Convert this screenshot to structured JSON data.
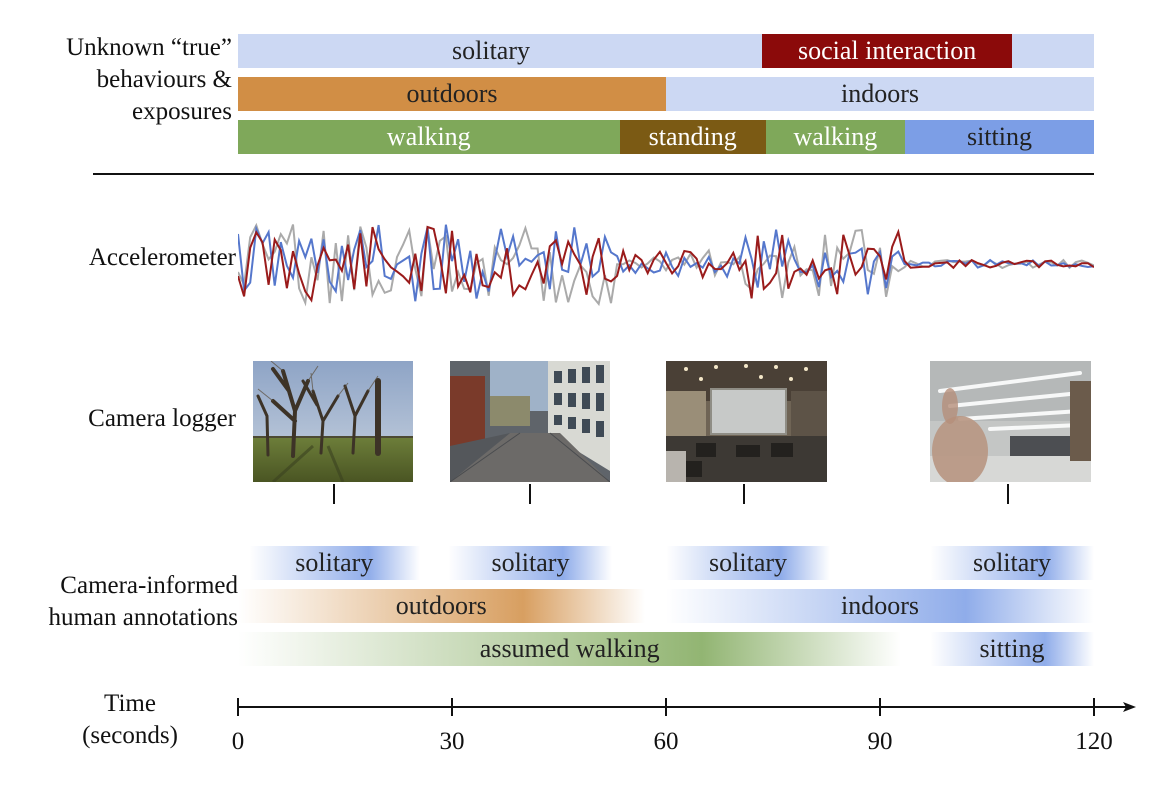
{
  "labels": {
    "truth": "Unknown “true”\nbehaviours &\nexposures",
    "accelerometer": "Accelerometer",
    "camera": "Camera logger",
    "annotations": "Camera-informed\nhuman annotations",
    "time": "Time\n(seconds)"
  },
  "truth_rows": {
    "social": [
      {
        "label": "solitary",
        "start": 0,
        "end": 120,
        "color": "#ccd8f3"
      },
      {
        "label": "social interaction",
        "start": 73.5,
        "end": 108.5,
        "color": "#8b0a0a"
      }
    ],
    "location": [
      {
        "label": "outdoors",
        "start": 0,
        "end": 60,
        "color": "#d18e45"
      },
      {
        "label": "indoors",
        "start": 60,
        "end": 120,
        "color": "#ccd8f3"
      }
    ],
    "activity": [
      {
        "label": "walking",
        "start": 0,
        "end": 53.5,
        "color": "#7fa85a"
      },
      {
        "label": "standing",
        "start": 53.5,
        "end": 74,
        "color": "#7b5a14"
      },
      {
        "label": "walking",
        "start": 74,
        "end": 93.5,
        "color": "#7fa85a"
      },
      {
        "label": "sitting",
        "start": 93.5,
        "end": 120,
        "color": "#7c9ee6"
      }
    ]
  },
  "camera": {
    "images": [
      {
        "name": "park-trees",
        "time": 13.5
      },
      {
        "name": "campus-walkway",
        "time": 41
      },
      {
        "name": "atrium-lobby",
        "time": 71
      },
      {
        "name": "office-hand",
        "time": 108
      }
    ]
  },
  "annotation_rows": {
    "social": [
      {
        "label": "solitary",
        "start": 1.5,
        "end": 25.5,
        "color": "#7c9ee6"
      },
      {
        "label": "solitary",
        "start": 29.5,
        "end": 52.5,
        "color": "#7c9ee6"
      },
      {
        "label": "solitary",
        "start": 60,
        "end": 83,
        "color": "#7c9ee6"
      },
      {
        "label": "solitary",
        "start": 97,
        "end": 120,
        "color": "#7c9ee6"
      }
    ],
    "location": [
      {
        "label": "outdoors",
        "start": 0,
        "end": 57,
        "color": "#d18e45"
      },
      {
        "label": "indoors",
        "start": 60,
        "end": 120,
        "color": "#7c9ee6"
      }
    ],
    "activity": [
      {
        "label": "assumed walking",
        "start": 0,
        "end": 93,
        "color": "#7fa85a"
      },
      {
        "label": "sitting",
        "start": 97,
        "end": 120,
        "color": "#7c9ee6"
      }
    ]
  },
  "time_axis": {
    "ticks": [
      "0",
      "30",
      "60",
      "90",
      "120"
    ],
    "min": 0,
    "max": 120
  },
  "accelerometer_colors": [
    "#9a1b1b",
    "#5577cc",
    "#aaaaaa"
  ]
}
